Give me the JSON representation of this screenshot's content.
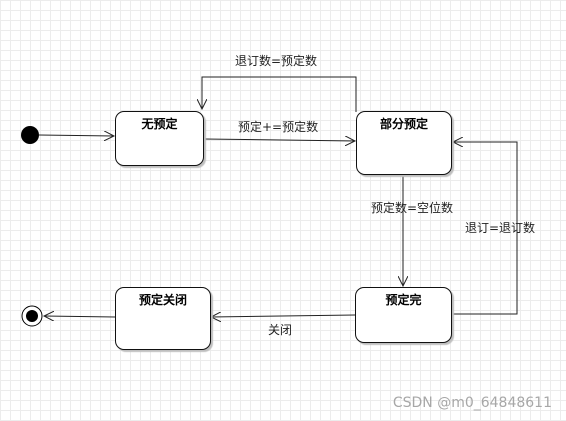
{
  "states": {
    "no_reservation": "无预定",
    "partial_reservation": "部分预定",
    "fully_reserved": "预定完",
    "reservation_closed": "预定关闭"
  },
  "transitions": {
    "no_to_partial": "预定+=预定数",
    "partial_to_no": "退订数=预定数",
    "partial_to_full": "预定数=空位数",
    "full_to_partial": "退订=退订数",
    "full_to_closed": "关闭"
  },
  "watermark": "CSDN @m0_64848611"
}
